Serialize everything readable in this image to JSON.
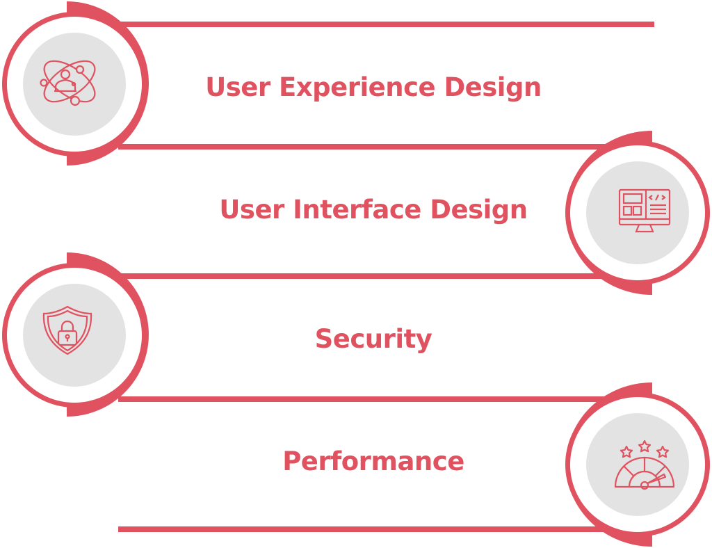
{
  "colors": {
    "accent": "#e05260",
    "circle_fill": "#e3e3e3",
    "background": "#ffffff"
  },
  "items": [
    {
      "label": "User Experience Design",
      "icon": "atom-user-icon",
      "side": "left"
    },
    {
      "label": "User Interface Design",
      "icon": "monitor-code-icon",
      "side": "right"
    },
    {
      "label": "Security",
      "icon": "shield-lock-icon",
      "side": "left"
    },
    {
      "label": "Performance",
      "icon": "speedometer-stars-icon",
      "side": "right"
    }
  ]
}
